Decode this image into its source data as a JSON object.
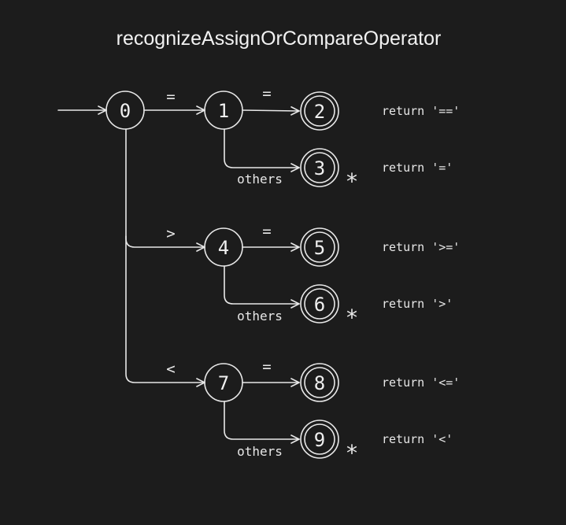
{
  "title": "recognizeAssignOrCompareOperator",
  "colors": {
    "background": "#1c1c1c",
    "ink": "#e8e8e8"
  },
  "states": [
    {
      "id": "0",
      "label": "0",
      "accepting": false,
      "retract": false
    },
    {
      "id": "1",
      "label": "1",
      "accepting": false,
      "retract": false
    },
    {
      "id": "2",
      "label": "2",
      "accepting": true,
      "retract": false
    },
    {
      "id": "3",
      "label": "3",
      "accepting": true,
      "retract": true
    },
    {
      "id": "4",
      "label": "4",
      "accepting": false,
      "retract": false
    },
    {
      "id": "5",
      "label": "5",
      "accepting": true,
      "retract": false
    },
    {
      "id": "6",
      "label": "6",
      "accepting": true,
      "retract": true
    },
    {
      "id": "7",
      "label": "7",
      "accepting": false,
      "retract": false
    },
    {
      "id": "8",
      "label": "8",
      "accepting": true,
      "retract": false
    },
    {
      "id": "9",
      "label": "9",
      "accepting": true,
      "retract": true
    }
  ],
  "transitions": [
    {
      "from": "start",
      "to": "0",
      "label": ""
    },
    {
      "from": "0",
      "to": "1",
      "label": "="
    },
    {
      "from": "1",
      "to": "2",
      "label": "="
    },
    {
      "from": "1",
      "to": "3",
      "label": "others"
    },
    {
      "from": "0",
      "to": "4",
      "label": ">"
    },
    {
      "from": "4",
      "to": "5",
      "label": "="
    },
    {
      "from": "4",
      "to": "6",
      "label": "others"
    },
    {
      "from": "0",
      "to": "7",
      "label": "<"
    },
    {
      "from": "7",
      "to": "8",
      "label": "="
    },
    {
      "from": "7",
      "to": "9",
      "label": "others"
    }
  ],
  "actions": [
    {
      "state": "2",
      "text": "return '=='"
    },
    {
      "state": "3",
      "text": "return '='"
    },
    {
      "state": "5",
      "text": "return '>='"
    },
    {
      "state": "6",
      "text": "return '>'"
    },
    {
      "state": "8",
      "text": "return '<='"
    },
    {
      "state": "9",
      "text": "return '<'"
    }
  ],
  "retract_marker": "*"
}
